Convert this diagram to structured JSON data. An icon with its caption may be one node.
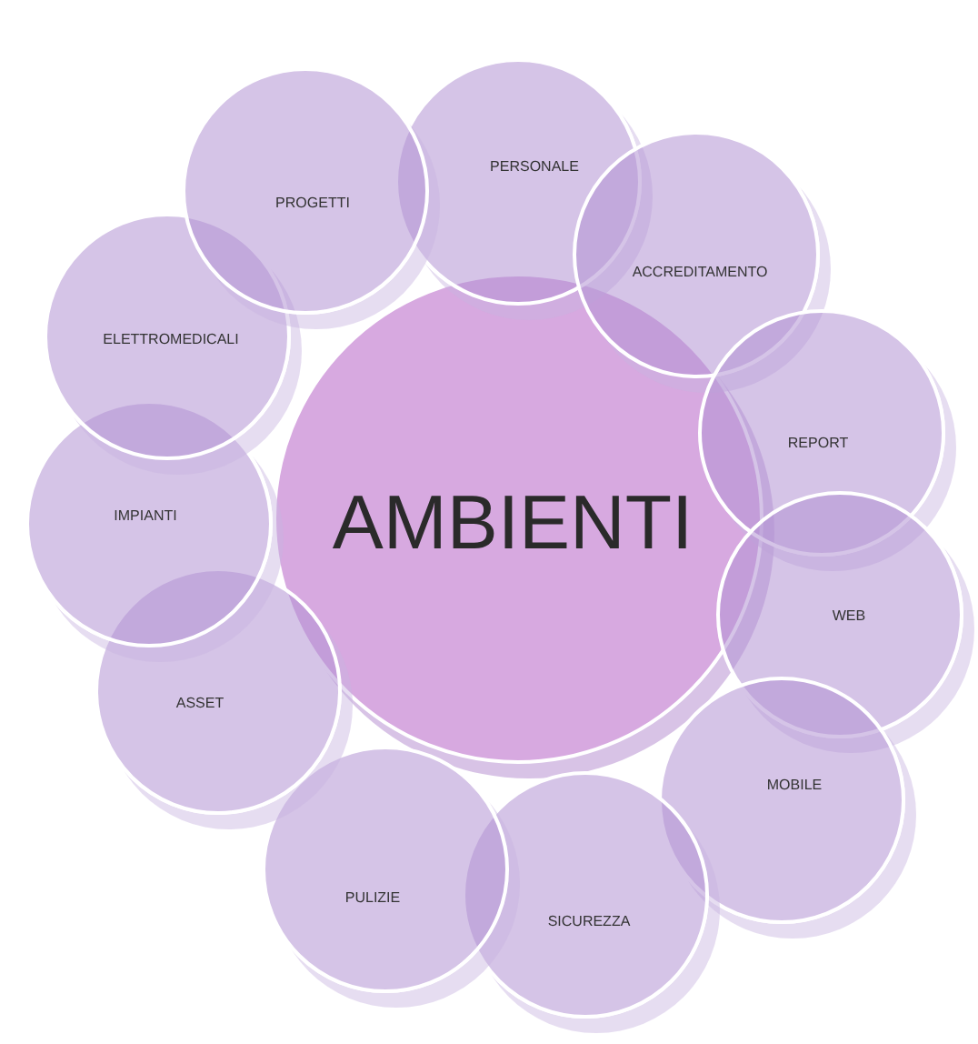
{
  "diagram": {
    "nodes": [
      {
        "text": [
          "AMBIENTI"
        ]
      },
      {
        "text": [
          "PERSONALE"
        ]
      },
      {
        "text": [
          "ACCREDITAMENTO"
        ]
      },
      {
        "text": [
          "REPORT"
        ]
      },
      {
        "text": [
          "WEB"
        ]
      },
      {
        "text": [
          "MOBILE"
        ]
      },
      {
        "text": [
          "SICUREZZA"
        ]
      },
      {
        "text": [
          "PULIZIE"
        ]
      },
      {
        "text": [
          "ASSET"
        ]
      },
      {
        "text": [
          "IMPIANTI"
        ]
      },
      {
        "text": [
          "ELETTROMEDICALI"
        ]
      },
      {
        "text": [
          "PROGETTI"
        ]
      }
    ]
  }
}
